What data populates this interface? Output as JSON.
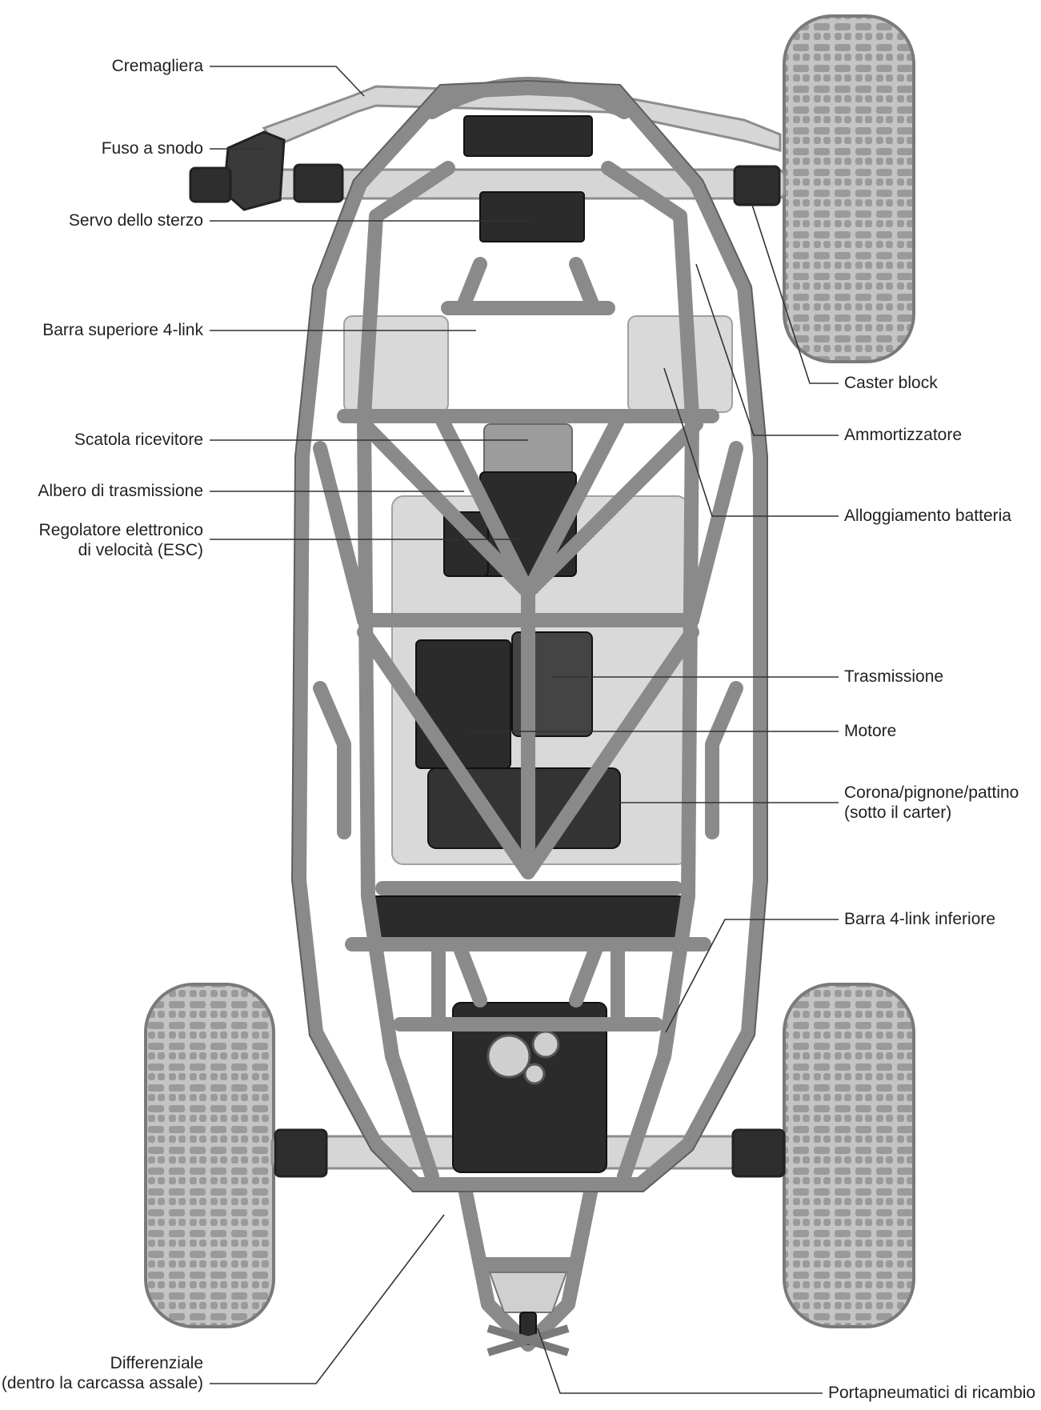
{
  "diagram": {
    "colors": {
      "frame": "#8a8a8a",
      "frame_stroke": "#5e5e5e",
      "light_part": "#cfcfcf",
      "dark_part": "#2b2b2b",
      "tire": "#bdbdbd",
      "leader": "#333333"
    },
    "labels": {
      "left": [
        {
          "id": "cremagliera",
          "lines": [
            "Cremagliera"
          ]
        },
        {
          "id": "fuso",
          "lines": [
            "Fuso a snodo"
          ]
        },
        {
          "id": "servo",
          "lines": [
            "Servo dello sterzo"
          ]
        },
        {
          "id": "barra-sup",
          "lines": [
            "Barra superiore 4-link"
          ]
        },
        {
          "id": "scatola",
          "lines": [
            "Scatola ricevitore"
          ]
        },
        {
          "id": "albero",
          "lines": [
            "Albero di trasmissione"
          ]
        },
        {
          "id": "esc",
          "lines": [
            "Regolatore elettronico",
            "di velocità (ESC)"
          ]
        },
        {
          "id": "differenziale",
          "lines": [
            "Differenziale",
            "(dentro la carcassa assale)"
          ]
        }
      ],
      "right": [
        {
          "id": "caster",
          "lines": [
            "Caster block"
          ]
        },
        {
          "id": "ammortizzatore",
          "lines": [
            "Ammortizzatore"
          ]
        },
        {
          "id": "batteria",
          "lines": [
            "Alloggiamento batteria"
          ]
        },
        {
          "id": "trasmissione",
          "lines": [
            "Trasmissione"
          ]
        },
        {
          "id": "motore",
          "lines": [
            "Motore"
          ]
        },
        {
          "id": "corona",
          "lines": [
            "Corona/pignone/pattino",
            "(sotto il carter)"
          ]
        },
        {
          "id": "barra-inf",
          "lines": [
            "Barra 4-link inferiore"
          ]
        },
        {
          "id": "portapneumatici",
          "lines": [
            "Portapneumatici di ricambio"
          ]
        }
      ]
    }
  }
}
